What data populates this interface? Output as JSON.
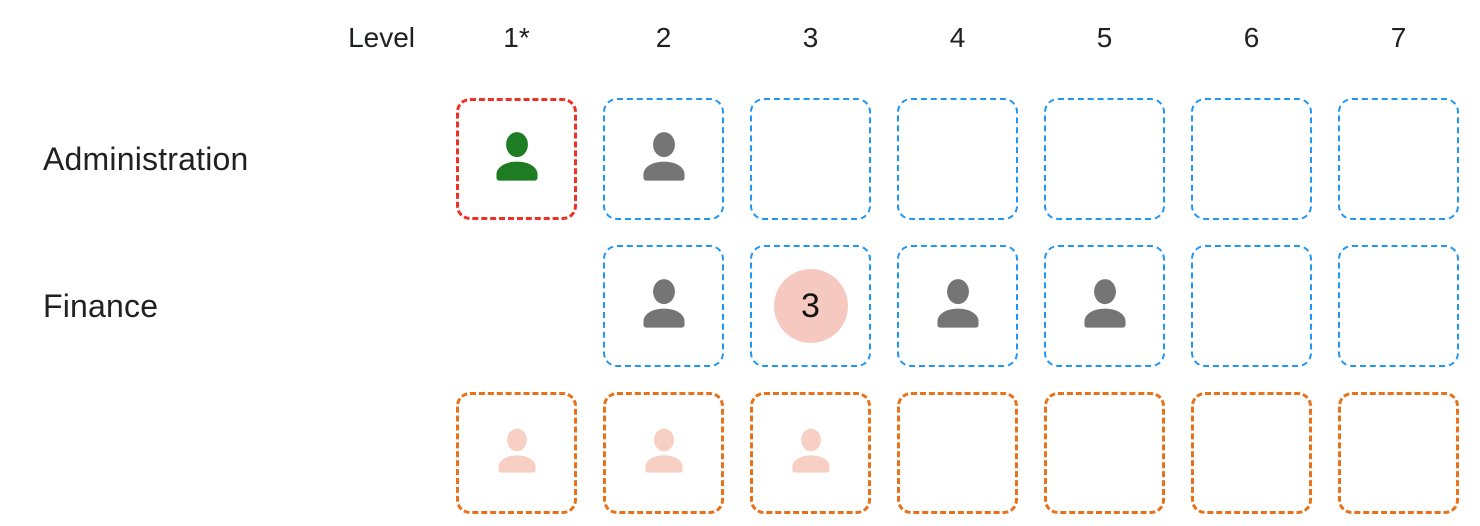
{
  "header": {
    "level_label": "Level",
    "columns": [
      "1*",
      "2",
      "3",
      "4",
      "5",
      "6",
      "7"
    ]
  },
  "rows": [
    {
      "label": "Administration",
      "cells": [
        {
          "border": "red",
          "content": "person",
          "person_color": "green"
        },
        {
          "border": "blue",
          "content": "person",
          "person_color": "gray"
        },
        {
          "border": "blue",
          "content": "empty"
        },
        {
          "border": "blue",
          "content": "empty"
        },
        {
          "border": "blue",
          "content": "empty"
        },
        {
          "border": "blue",
          "content": "empty"
        },
        {
          "border": "blue",
          "content": "empty"
        }
      ]
    },
    {
      "label": "Finance",
      "cells": [
        {
          "border": "none",
          "content": "empty"
        },
        {
          "border": "blue",
          "content": "person",
          "person_color": "gray"
        },
        {
          "border": "blue",
          "content": "count",
          "count": "3"
        },
        {
          "border": "blue",
          "content": "person",
          "person_color": "gray"
        },
        {
          "border": "blue",
          "content": "person",
          "person_color": "gray"
        },
        {
          "border": "blue",
          "content": "empty"
        },
        {
          "border": "blue",
          "content": "empty"
        }
      ]
    },
    {
      "label": "",
      "cells": [
        {
          "border": "orange",
          "content": "person",
          "person_color": "pink"
        },
        {
          "border": "orange",
          "content": "person",
          "person_color": "pink"
        },
        {
          "border": "orange",
          "content": "person",
          "person_color": "pink"
        },
        {
          "border": "orange",
          "content": "empty"
        },
        {
          "border": "orange",
          "content": "empty"
        },
        {
          "border": "orange",
          "content": "empty"
        },
        {
          "border": "orange",
          "content": "empty"
        }
      ]
    }
  ],
  "colors": {
    "border_red": "#ef3125",
    "border_blue": "#2196f3",
    "border_orange": "#e8711b",
    "person_green": "#1e7d23",
    "person_gray": "#757575",
    "person_pink": "#f8cfc3",
    "badge_pink": "#f5c9c0",
    "text": "#202124"
  }
}
